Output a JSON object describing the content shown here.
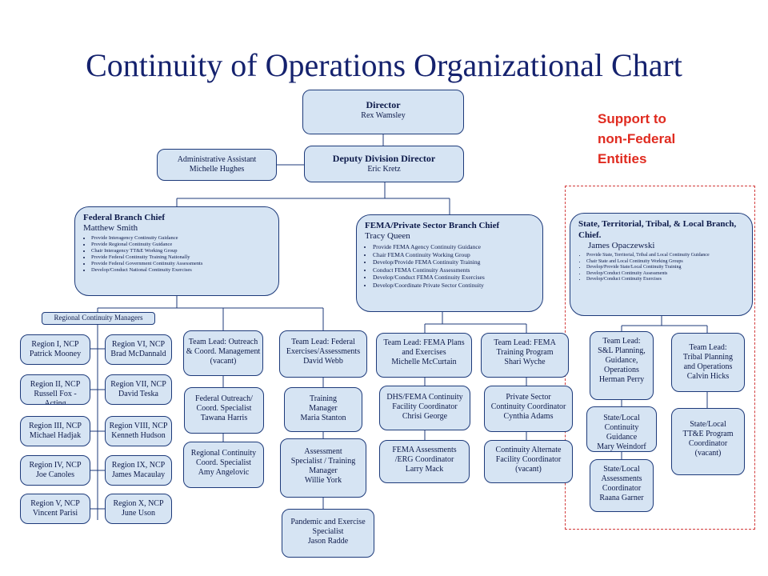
{
  "title": "Continuity of Operations Organizational Chart",
  "support_note": "Support to\nnon-Federal\nEntities",
  "director": {
    "title": "Director",
    "name": "Rex Wamsley"
  },
  "deputy": {
    "title": "Deputy Division Director",
    "name": "Eric  Kretz"
  },
  "admin": {
    "title": "Administrative Assistant",
    "name": "Michelle Hughes"
  },
  "federal_branch": {
    "title": "Federal Branch Chief",
    "name": "Matthew Smith",
    "duties": [
      "Provide Interagency Continuity Guidance",
      "Provide Regional Continuity Guidance",
      "Chair Interagency TT&E Working Group",
      "Provide Federal Continuity Training Nationally",
      "Provide Federal Government Continuity Assessments",
      "Develop/Conduct National Continuity Exercises"
    ]
  },
  "fema_branch": {
    "title": "FEMA/Private Sector Branch Chief",
    "name": "Tracy Queen",
    "duties": [
      "Provide FEMA Agency Continuity Guidance",
      "Chair FEMA Continuity Working Group",
      "Develop/Provide FEMA Continuity Training",
      "Conduct FEMA Continuity Assessments",
      "Develop/Conduct FEMA Continuity Exercises",
      "Develop/Coordinate Private Sector Continuity"
    ]
  },
  "state_branch": {
    "title": "State, Territorial, Tribal, & Local Branch, Chief.",
    "name": "James Opaczewski",
    "duties": [
      "Provide State, Territorial, Tribal and Local Continuity Guidance",
      "Chair State and Local Continuity Working Groups",
      "Develop/Provide State/Local Continuity Training",
      "Develop/Conduct Continuity Assessments",
      "Develop/Conduct Continuity Exercises"
    ]
  },
  "regional_managers": {
    "label": "Regional Continuity Managers"
  },
  "regions_left": [
    {
      "title": "Region I, NCP",
      "name": "Patrick Mooney"
    },
    {
      "title": "Region II, NCP",
      "name": "Russell Fox - Acting"
    },
    {
      "title": "Region III, NCP",
      "name": "Michael Hadjak"
    },
    {
      "title": "Region IV, NCP",
      "name": "Joe Canoles"
    },
    {
      "title": "Region V, NCP",
      "name": "Vincent Parisi"
    }
  ],
  "regions_right": [
    {
      "title": "Region VI, NCP",
      "name": "Brad McDannald"
    },
    {
      "title": "Region VII, NCP",
      "name": "David Teska"
    },
    {
      "title": "Region VIII, NCP",
      "name": "Kenneth Hudson"
    },
    {
      "title": "Region IX, NCP",
      "name": "James Macaulay"
    },
    {
      "title": "Region X, NCP",
      "name": "June Uson"
    }
  ],
  "outreach": {
    "lead": "Team Lead: Outreach\n& Coord. Management\n(vacant)",
    "staff1": "Federal Outreach/\nCoord. Specialist\nTawana Harris",
    "staff2": "Regional Continuity\nCoord. Specialist\nAmy Angelovic"
  },
  "exercises": {
    "lead": "Team Lead: Federal\nExercises/Assessments\nDavid Webb",
    "staff1": "Training\nManager\nMaria Stanton",
    "staff2": "Assessment\nSpecialist / Training\nManager\nWillie York",
    "staff3": "Pandemic and Exercise\nSpecialist\nJason Radde"
  },
  "fema_plans": {
    "lead": "Team Lead: FEMA Plans\nand Exercises\nMichelle McCurtain",
    "staff1": "DHS/FEMA Continuity\nFacility Coordinator\nChrisi George",
    "staff2": "FEMA Assessments\n/ERG Coordinator\nLarry Mack"
  },
  "fema_training": {
    "lead": "Team Lead: FEMA\nTraining Program\nShari Wyche",
    "staff1": "Private Sector\nContinuity Coordinator\nCynthia Adams",
    "staff2": "Continuity Alternate\nFacility Coordinator\n(vacant)"
  },
  "sl_planning": {
    "lead": "Team Lead:\nS&L Planning,\nGuidance,\nOperations\nHerman Perry",
    "staff1": "State/Local\nContinuity Guidance\nMary Weindorf",
    "staff2": "State/Local\nAssessments\nCoordinator\nRaana Garner"
  },
  "tribal": {
    "lead": "Team Lead:\nTribal Planning\nand Operations\nCalvin Hicks",
    "staff1": "State/Local\nTT&E  Program\nCoordinator\n(vacant)"
  },
  "colors": {
    "box_fill": "#d6e4f3",
    "box_border": "#1d3a7a",
    "title": "#15226e",
    "support": "#e02b20"
  }
}
